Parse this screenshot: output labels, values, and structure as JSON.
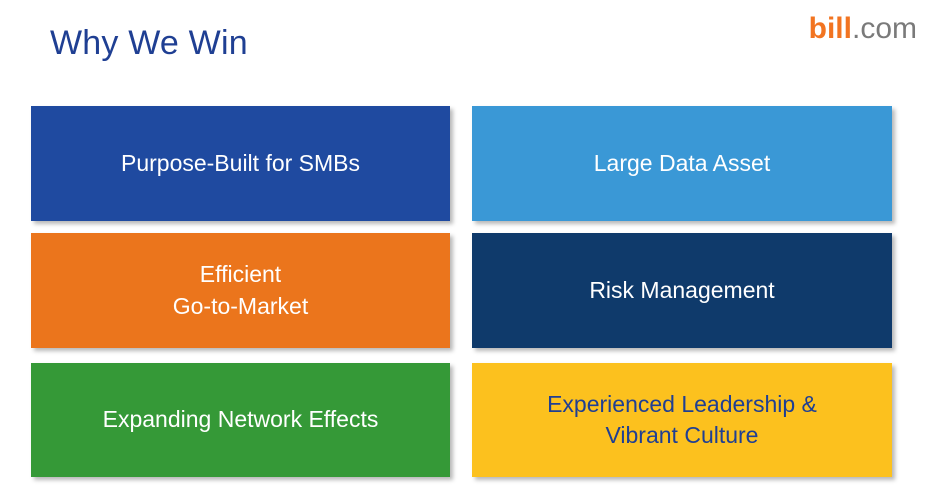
{
  "slide": {
    "title": "Why We Win"
  },
  "logo": {
    "bill": "bill",
    "com": ".com"
  },
  "tiles": [
    {
      "label": "Purpose-Built for SMBs",
      "color": "#1f4aa0"
    },
    {
      "label": "Large Data Asset",
      "color": "#3a98d6"
    },
    {
      "label": "Efficient\nGo-to-Market",
      "color": "#eb751c"
    },
    {
      "label": "Risk Management",
      "color": "#0f3a6b"
    },
    {
      "label": "Expanding Network Effects",
      "color": "#359937"
    },
    {
      "label": "Experienced Leadership &\nVibrant Culture",
      "color": "#fcc11e",
      "text_color": "#1f3f93"
    }
  ]
}
